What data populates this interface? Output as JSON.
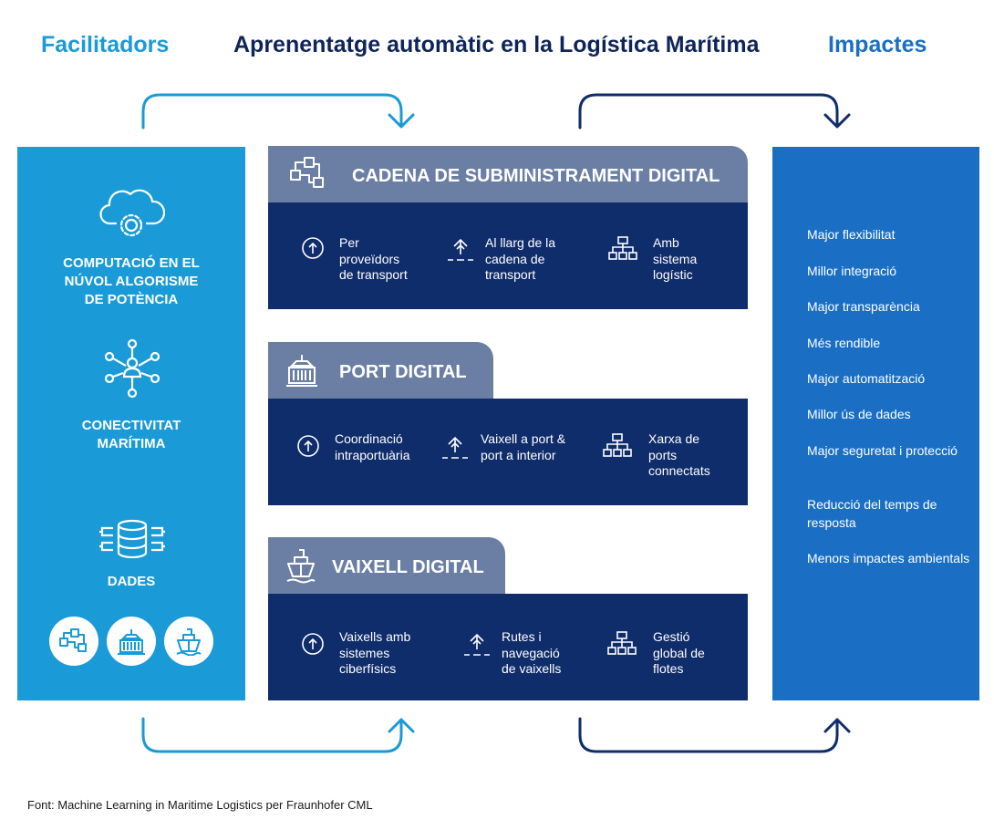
{
  "header": {
    "left": "Facilitadors",
    "center": "Aprenentatge automàtic en la Logística Marítima",
    "right": "Impactes"
  },
  "enablers": {
    "items": [
      {
        "label": "COMPUTACIÓ EN EL\nNÚVOL ALGORISME\nDE POTÈNCIA",
        "icon": "cloud-gear-icon"
      },
      {
        "label": "CONECTIVITAT\nMARÍTIMA",
        "icon": "network-icon"
      },
      {
        "label": "DADES",
        "icon": "database-icon"
      }
    ],
    "circle_icons": [
      "supply-chain-icon",
      "port-icon",
      "ship-icon"
    ]
  },
  "sections": [
    {
      "title": "CADENA DE SUBMINISTRAMENT DIGITAL",
      "icon": "supply-chain-icon",
      "items": [
        {
          "text": "Per\nproveïdors\nde transport",
          "icon": "arrow-circle-icon"
        },
        {
          "text": "Al llarg de la\ncadena de\ntransport",
          "icon": "upload-arrow-icon"
        },
        {
          "text": "Amb\nsistema\nlogístic",
          "icon": "hierarchy-icon"
        }
      ]
    },
    {
      "title": "PORT DIGITAL",
      "icon": "port-icon",
      "items": [
        {
          "text": "Coordinació\nintraportuària",
          "icon": "arrow-circle-icon"
        },
        {
          "text": "Vaixell a port &\nport a interior",
          "icon": "upload-arrow-icon"
        },
        {
          "text": "Xarxa de\nports\nconnectats",
          "icon": "hierarchy-icon"
        }
      ]
    },
    {
      "title": "VAIXELL DIGITAL",
      "icon": "ship-icon",
      "items": [
        {
          "text": "Vaixells amb\nsistemes\nciberfísics",
          "icon": "arrow-circle-icon"
        },
        {
          "text": "Rutes i\nnavegació\nde vaixells",
          "icon": "upload-arrow-icon"
        },
        {
          "text": "Gestió\nglobal de\nflotes",
          "icon": "hierarchy-icon"
        }
      ]
    }
  ],
  "impacts": [
    "Major flexibilitat",
    "Millor integració",
    "Major transparència",
    "Més rendible",
    "Major automatització",
    "Millor ús de dades",
    "Major seguretat i protecció",
    "Reducció del temps de resposta",
    "Menors impactes ambientals"
  ],
  "footer": "Font: Machine Learning in Maritime Logistics per Fraunhofer CML",
  "colors": {
    "light_blue": "#1a9ad6",
    "mid_blue": "#1a6fc4",
    "navy": "#0f2c6b",
    "slate": "#6b7fa4",
    "title_navy": "#0f2559"
  }
}
